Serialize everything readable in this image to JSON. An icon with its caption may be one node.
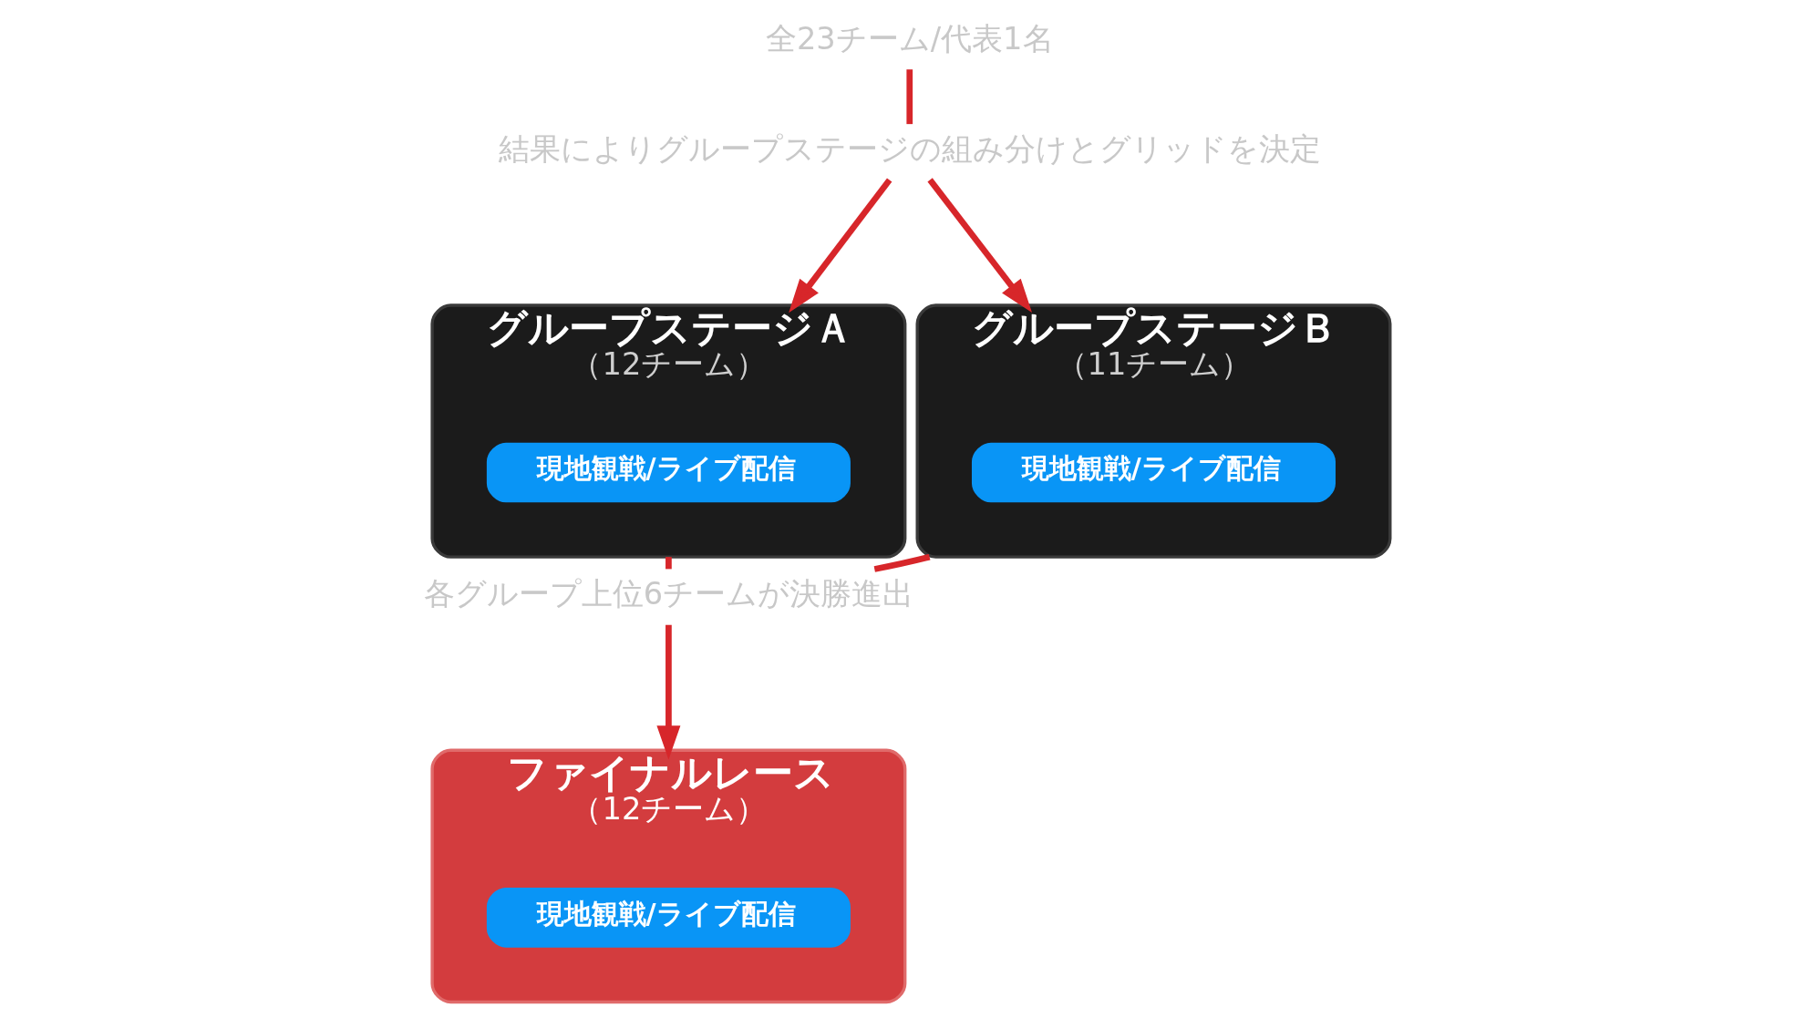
{
  "diagram": {
    "nodes": [
      {
        "text": [
          "全23チーム/代表1名"
        ]
      },
      {
        "text": [
          "結果によりグループステージの組み分けとグリッドを決定"
        ]
      },
      {
        "text": [
          "グループステージＡ",
          "（12チーム）"
        ]
      },
      {
        "text": [
          "現地観戦/ライブ配信"
        ],
        "in": 2
      },
      {
        "text": [
          "グループステージＢ",
          "（11チーム）"
        ]
      },
      {
        "text": [
          "現地観戦/ライブ配信"
        ],
        "in": 4
      },
      {
        "text": [
          "各グループ上位6チームが決勝進出"
        ]
      },
      {
        "text": [
          "ファイナルレース",
          "（12チーム）"
        ]
      },
      {
        "text": [
          "現地観戦/ライブ配信"
        ],
        "in": 7
      }
    ],
    "edges": [
      {
        "from": 0,
        "to": 1,
        "arrow": "none"
      },
      {
        "from": 1,
        "to": 2,
        "arrow": "to"
      },
      {
        "from": 1,
        "to": 4,
        "arrow": "to"
      },
      {
        "from": 2,
        "to": 6,
        "arrow": "none"
      },
      {
        "from": 4,
        "to": 6,
        "arrow": "none"
      },
      {
        "from": 6,
        "to": 7,
        "arrow": "to"
      }
    ]
  }
}
